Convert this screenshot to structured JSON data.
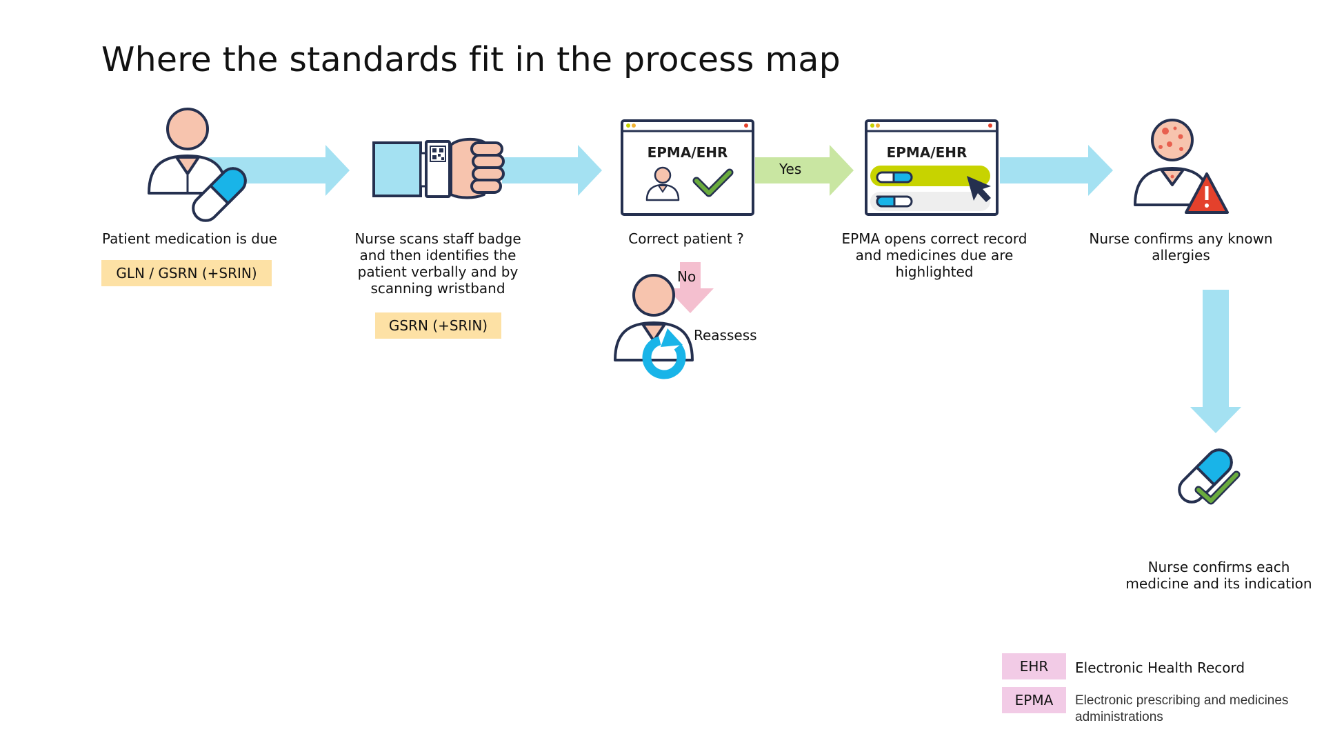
{
  "title": "Where the standards fit in the process map",
  "steps": [
    {
      "caption": [
        "Patient medication is due"
      ],
      "standard": "GLN / GSRN (+SRIN)"
    },
    {
      "caption": [
        "Nurse scans staff badge",
        "and then identifies the",
        "patient verbally and by",
        "scanning wristband"
      ],
      "standard": "GSRN (+SRIN)"
    },
    {
      "caption": [
        "Correct patient ?"
      ],
      "screen_label": "EPMA/EHR"
    },
    {
      "caption": [
        "EPMA opens correct record",
        "and medicines due are",
        "highlighted"
      ],
      "screen_label": "EPMA/EHR"
    },
    {
      "caption": [
        "Nurse confirms any known",
        "allergies"
      ]
    },
    {
      "caption": [
        "Nurse confirms each",
        "medicine and its indication"
      ]
    }
  ],
  "branch": {
    "yes": "Yes",
    "no": "No",
    "reassess": "Reassess"
  },
  "legend": [
    {
      "abbr": "EHR",
      "text": [
        "Electronic Health Record"
      ]
    },
    {
      "abbr": "EPMA",
      "text": [
        "Electronic prescribing and medicines",
        "administrations"
      ]
    }
  ],
  "colors": {
    "arrow_blue": "#a4e1f2",
    "arrow_green": "#c9e6a2",
    "arrow_pink": "#f4bfcf",
    "skin": "#f7c4ae",
    "outline": "#25304f",
    "accent_blue": "#19b4e8",
    "lime": "#c7d300",
    "check_green": "#6aab3e",
    "warning_red": "#e4412c",
    "standard_bg": "#fde1a5",
    "legend_bg": "#f2cbe6"
  }
}
